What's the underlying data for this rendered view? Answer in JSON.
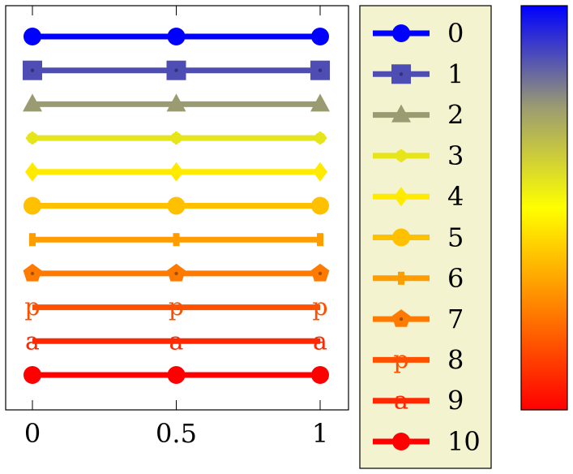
{
  "chart_data": {
    "type": "line",
    "title": "",
    "xlabel": "",
    "ylabel": "",
    "x": [
      0,
      0.5,
      1
    ],
    "x_ticks": [
      "0",
      "0.5",
      "1"
    ],
    "xlim": [
      -0.05,
      1.05
    ],
    "y_ticks_shown": false,
    "grid": "x-ticks only",
    "legend_position": "outside-right",
    "legend_background": "#f3f3cf",
    "colorbar": {
      "position": "right",
      "stops": [
        "#ff0000",
        "#ff8000",
        "#ffff00",
        "#9b9b72",
        "#0000ff"
      ]
    },
    "series": [
      {
        "name": "0",
        "values": [
          10,
          10,
          10
        ],
        "color": "#0000ff",
        "marker": "circle"
      },
      {
        "name": "1",
        "values": [
          9,
          9,
          9
        ],
        "color": "#4d4db3",
        "marker": "square"
      },
      {
        "name": "2",
        "values": [
          8,
          8,
          8
        ],
        "color": "#9b9b72",
        "marker": "triangle"
      },
      {
        "name": "3",
        "values": [
          7,
          7,
          7
        ],
        "color": "#e5e51a",
        "marker": "oplus"
      },
      {
        "name": "4",
        "values": [
          6,
          6,
          6
        ],
        "color": "#ffea00",
        "marker": "diamond"
      },
      {
        "name": "5",
        "values": [
          5,
          5,
          5
        ],
        "color": "#ffc000",
        "marker": "circle"
      },
      {
        "name": "6",
        "values": [
          4,
          4,
          4
        ],
        "color": "#ff9d00",
        "marker": "bar"
      },
      {
        "name": "7",
        "values": [
          3,
          3,
          3
        ],
        "color": "#ff7a00",
        "marker": "pentagon"
      },
      {
        "name": "8",
        "values": [
          2,
          2,
          2
        ],
        "color": "#ff5000",
        "marker": "text",
        "marker_text": "p"
      },
      {
        "name": "9",
        "values": [
          1,
          1,
          1
        ],
        "color": "#ff2800",
        "marker": "text",
        "marker_text": "a"
      },
      {
        "name": "10",
        "values": [
          0,
          0,
          0
        ],
        "color": "#ff0000",
        "marker": "circle"
      }
    ]
  }
}
